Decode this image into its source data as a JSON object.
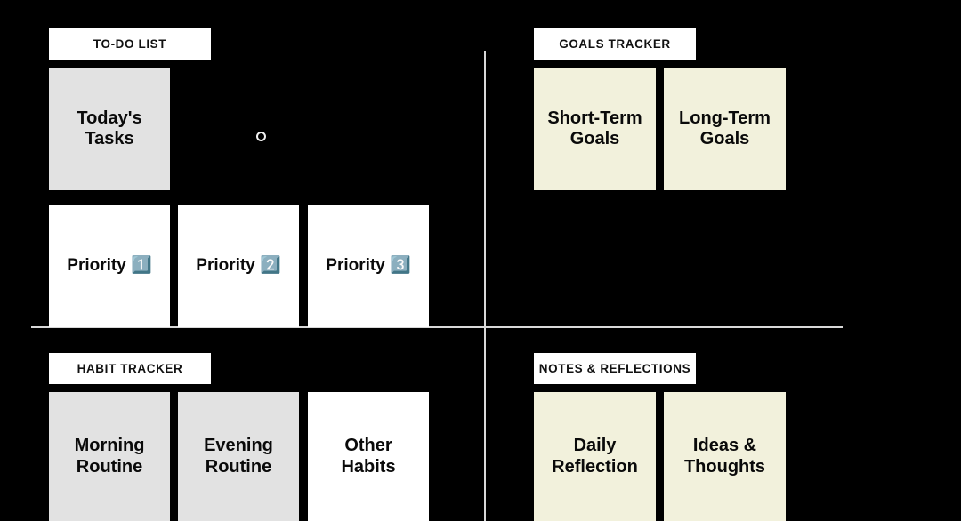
{
  "board": {
    "background_color": "#000000",
    "divider_color": "#d8d8d8"
  },
  "palette": {
    "white": "#ffffff",
    "gray": "#e2e2e2",
    "cream": "#f2f1dc",
    "text": "#0a0a0a"
  },
  "quadrants": {
    "top_left": {
      "label": "TO-DO LIST",
      "cards": [
        {
          "text": "Today's\nTasks",
          "color": "gray"
        },
        {
          "text": "Priority 1️⃣",
          "color": "white"
        },
        {
          "text": "Priority 2️⃣",
          "color": "white"
        },
        {
          "text": "Priority 3️⃣",
          "color": "white"
        }
      ]
    },
    "top_right": {
      "label": "GOALS TRACKER",
      "cards": [
        {
          "text": "Short-Term\nGoals",
          "color": "cream"
        },
        {
          "text": "Long-Term\nGoals",
          "color": "cream"
        }
      ]
    },
    "bottom_left": {
      "label": "HABIT TRACKER",
      "cards": [
        {
          "text": "Morning\nRoutine",
          "color": "gray"
        },
        {
          "text": "Evening\nRoutine",
          "color": "gray"
        },
        {
          "text": "Other\nHabits",
          "color": "white"
        }
      ]
    },
    "bottom_right": {
      "label": "NOTES & REFLECTIONS",
      "cards": [
        {
          "text": "Daily\nReflection",
          "color": "cream"
        },
        {
          "text": "Ideas &\nThoughts",
          "color": "cream"
        }
      ]
    }
  },
  "marker": {
    "name": "cursor-ring"
  }
}
